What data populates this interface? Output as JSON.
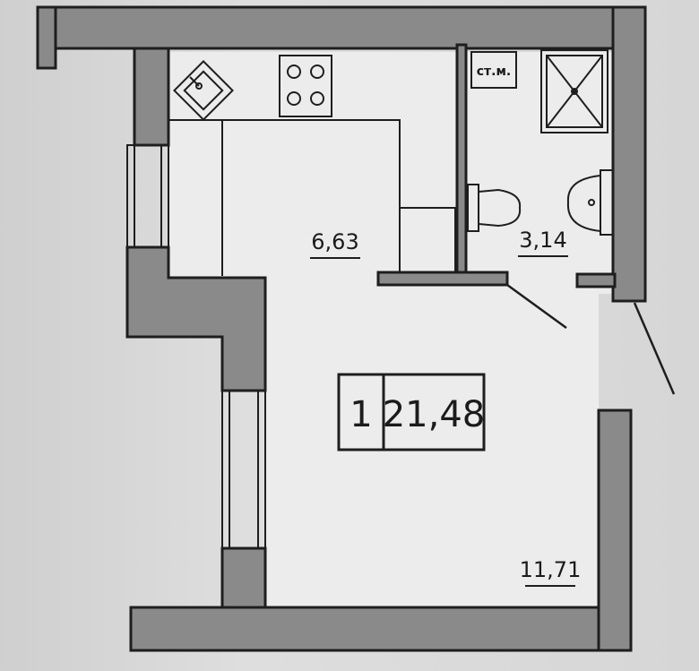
{
  "apartment": {
    "rooms_count": "1",
    "total_area": "21,48"
  },
  "rooms": {
    "kitchen": {
      "area": "6,63"
    },
    "bathroom": {
      "area": "3,14",
      "tag": "ст.м."
    },
    "living": {
      "area": "11,71"
    }
  },
  "colors": {
    "background": "#d9d9d9",
    "floor": "#ececec",
    "wall": "#8a8a8a",
    "line": "#1e1e1e"
  }
}
